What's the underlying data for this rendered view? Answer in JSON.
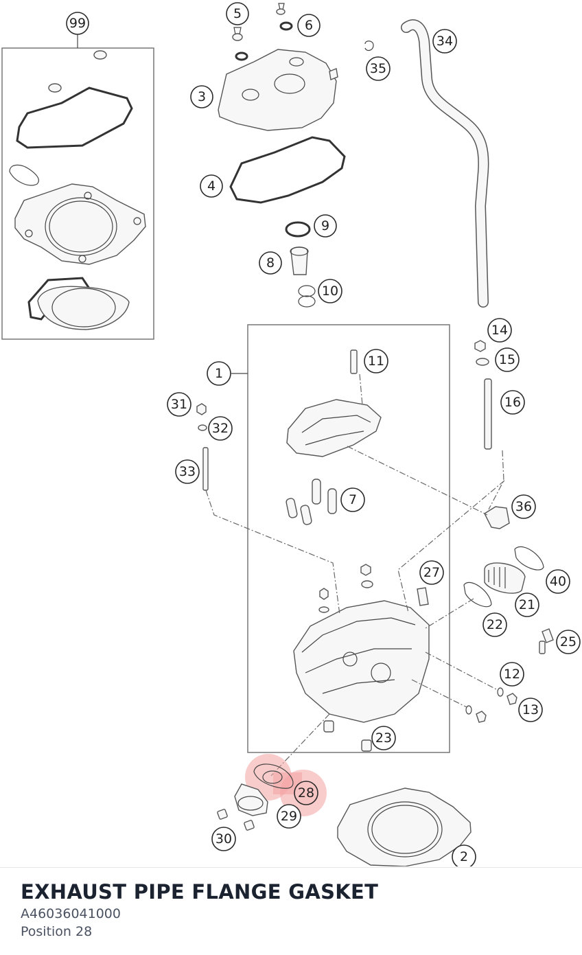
{
  "diagram": {
    "labels": [
      "99",
      "5",
      "6",
      "3",
      "4",
      "9",
      "8",
      "10",
      "34",
      "35",
      "14",
      "15",
      "16",
      "11",
      "1",
      "31",
      "32",
      "33",
      "7",
      "36",
      "27",
      "40",
      "21",
      "22",
      "25",
      "12",
      "13",
      "23",
      "28",
      "29",
      "30",
      "2"
    ],
    "highlighted_position": "28",
    "highlight_color": "#f4a3a3"
  },
  "part": {
    "title": "EXHAUST PIPE FLANGE GASKET",
    "number": "A46036041000",
    "position_text": "Position 28"
  }
}
